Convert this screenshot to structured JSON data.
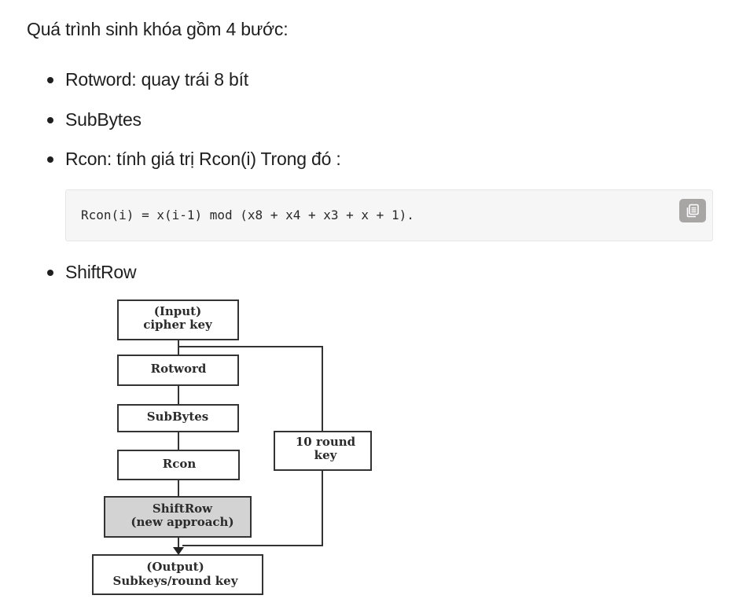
{
  "intro": "Quá trình sinh khóa gồm 4 bước:",
  "bullets": [
    "Rotword: quay trái 8 bít",
    "SubBytes",
    "Rcon: tính giá trị Rcon(i) Trong đó :",
    "ShiftRow"
  ],
  "code_block": {
    "code": "Rcon(i) = x(i-1) mod (x8 + x4 + x3 + x + 1).",
    "copy_icon": "copy-icon"
  },
  "diagram": {
    "input_line1": "(Input)",
    "input_line2": "cipher key",
    "rotword": "Rotword",
    "subbytes": "SubBytes",
    "rcon": "Rcon",
    "shiftrow_line1": "ShiftRow",
    "shiftrow_line2": "(new approach)",
    "round_line1": "10 round",
    "round_line2": "key",
    "output_line1": "(Output)",
    "output_line2": "Subkeys/round key",
    "shiftrow_fill": "#d3d3d3"
  }
}
